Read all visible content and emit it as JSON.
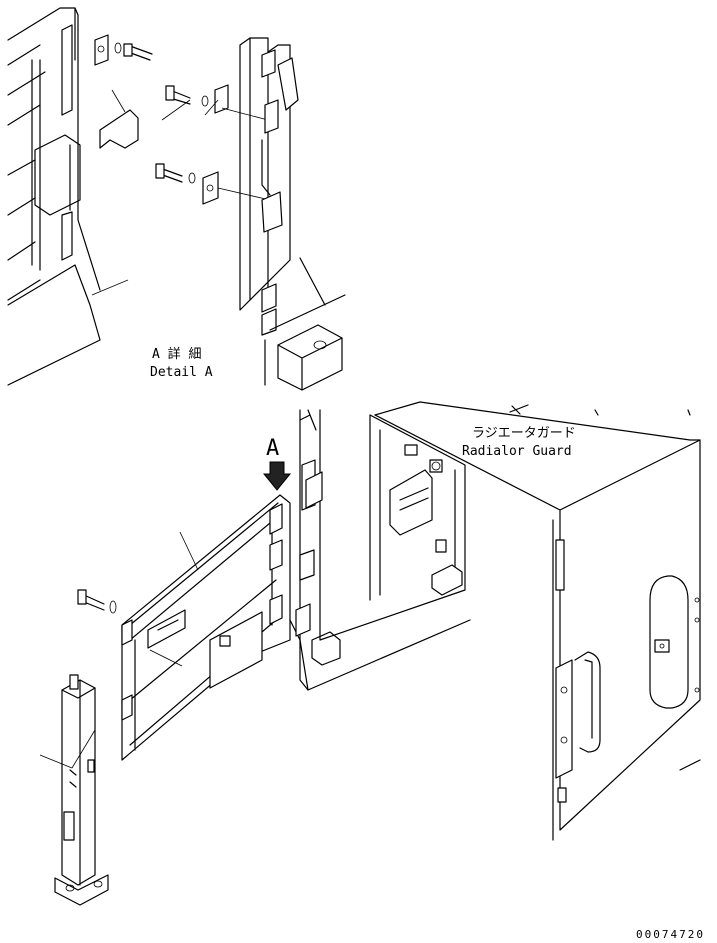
{
  "detail": {
    "label_jp": "A 詳 細",
    "label_en": "Detail A"
  },
  "radiator": {
    "label_jp": "ラジエータガード",
    "label_en": "Radialor Guard"
  },
  "view_marker": "A",
  "drawing_number": "00074720"
}
